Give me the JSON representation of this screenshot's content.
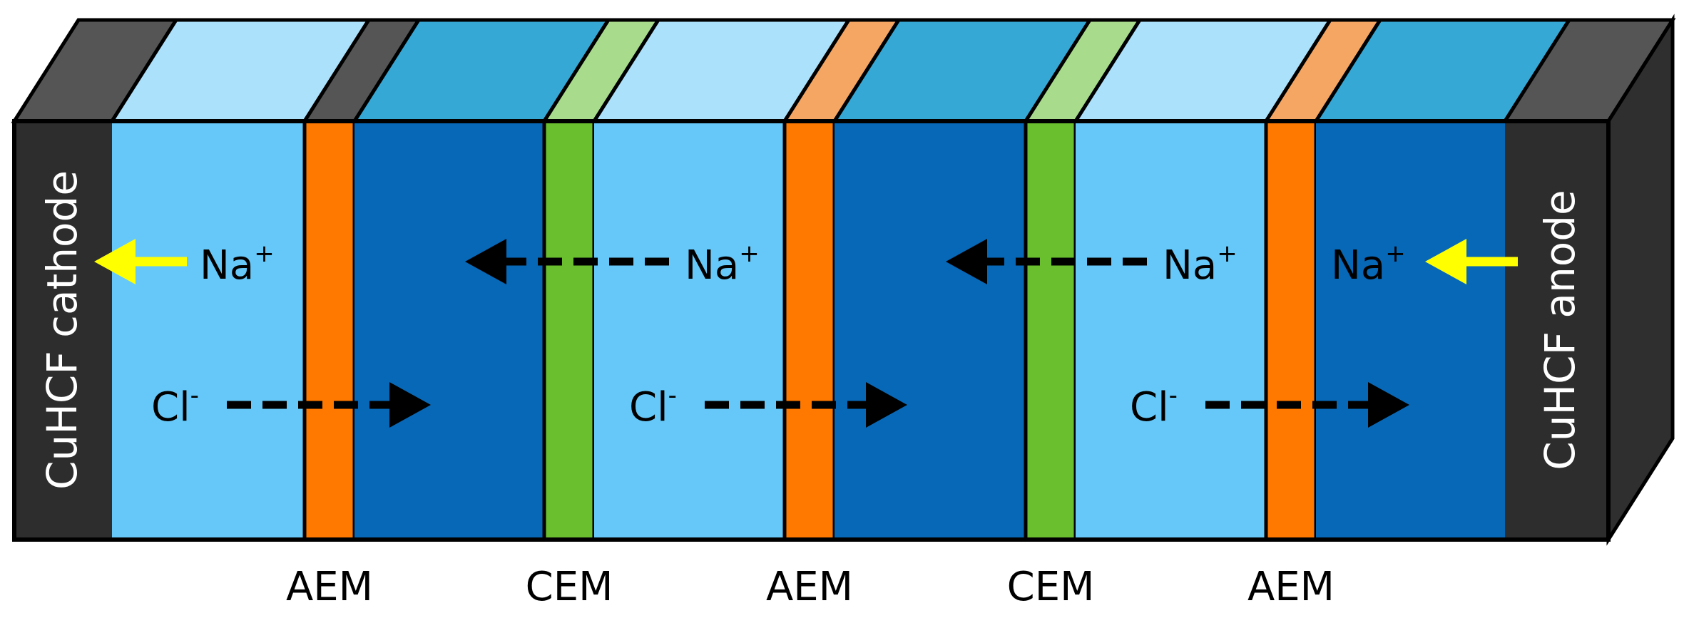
{
  "electrodes": {
    "left": "CuHCF cathode",
    "right": "CuHCF anode"
  },
  "ions": {
    "cation": "Na",
    "cation_charge": "+",
    "anion": "Cl",
    "anion_charge": "-"
  },
  "membranes": [
    "AEM",
    "CEM",
    "AEM",
    "CEM",
    "AEM"
  ],
  "colors": {
    "electrode": "#2d2d2d",
    "light_compartment": "#66c8f8",
    "dark_compartment": "#0768b8",
    "aem": "#ff7800",
    "cem": "#6abf2e",
    "electrode_arrow": "#ffff00",
    "ion_arrow": "#000000"
  }
}
